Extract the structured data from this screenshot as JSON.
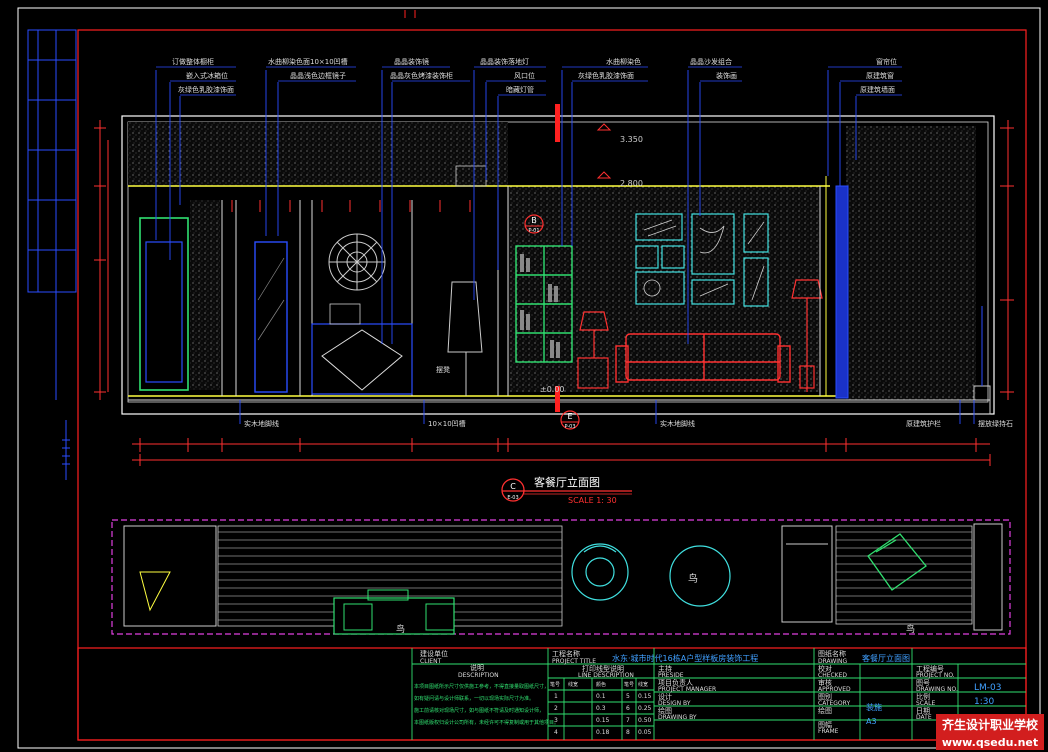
{
  "drawing": {
    "title": "客餐厅立面图",
    "tag_letter": "C",
    "tag_sheet": "E-03",
    "scale": "SCALE 1: 30",
    "level_top": "3.350",
    "level_mid": "2.800",
    "level_floor": "±0.00",
    "tag_b": "B",
    "tag_b_sheet": "P-01",
    "tag_e": "E",
    "tag_e_sheet": "P-03"
  },
  "annotations": {
    "top_row1": [
      "订做整体橱柜",
      "水曲柳染色面10×10凹槽",
      "晶晶装饰镜",
      "晶晶装饰落地灯",
      "水曲柳染色",
      "晶晶沙发组合",
      "窗帘位"
    ],
    "top_row2": [
      "嵌入式冰箱位",
      "晶晶浅色边框镜子",
      "晶晶灰色烤漆装饰柜",
      "风口位",
      "灰绿色乳胶漆饰面",
      "装饰画",
      "原建筑窗"
    ],
    "top_row3": [
      "灰绿色乳胶漆饰面",
      "暗藏灯管",
      "原建筑墙面"
    ],
    "bottom": [
      "实木地脚线",
      "10×10凹槽",
      "实木地脚线",
      "原建筑护栏",
      "摆放绿持石"
    ],
    "stool": "摆凳"
  },
  "plan_labels": [
    "鸟",
    "鸟",
    "鸟"
  ],
  "title_block": {
    "client_cn": "建设单位",
    "client_en": "CLIENT",
    "notes_cn": "说明",
    "notes_en": "DESCRIPTION",
    "project_cn": "工程名称",
    "project_en": "PROJECT TITLE",
    "project_value": "水东·城市时代16栋A户型样板房装饰工程",
    "lines_cn": "打印线型说明",
    "lines_en": "LINE DESCRIPTION",
    "drawing_cn": "图纸名称",
    "drawing_en": "DRAWING",
    "drawing_value": "客餐厅立面图",
    "project_no_cn": "工程编号",
    "project_no_en": "PROJECT NO.",
    "check_cn": "校对",
    "check_en": "CHECKED",
    "approve_cn": "审核",
    "approve_en": "APPROVED",
    "drawno_cn": "图号",
    "drawno_en": "DRAWING NO.",
    "drawno_value": "LM-03",
    "category_cn": "图别",
    "category_en": "CATEGORY",
    "category_value": "装施",
    "scale_cn": "比例",
    "scale_en": "SCALE",
    "scale_value": "1:30",
    "frame_cn": "图幅",
    "frame_en": "FRAME",
    "frame_value": "A3",
    "date_cn": "日期",
    "date_en": "DATE",
    "pres_cn": "主持",
    "pres_en": "PRESIDE",
    "pm_cn": "项目负责人",
    "pm_en": "PROJECT MANAGER",
    "design_cn": "设计",
    "design_en": "DESIGN BY",
    "draw_cn": "绘图",
    "draw_en": "DRAWING BY",
    "note_text": [
      "本项目图纸所示尺寸仅供施工参考，不得直接量取图纸尺寸，",
      "如有疑问请与设计师联系，一切以现场实际尺寸为准。",
      "施工前请核对现场尺寸，如与图纸不符请及时通知设计师，",
      "本图纸版权归设计公司所有，未经许可不得复制或用于其他项目。"
    ],
    "pen_headers": [
      "笔号",
      "线宽",
      "颜色",
      "笔号",
      "线宽"
    ],
    "pen_rows": [
      [
        "1",
        "0.1",
        "5",
        "0.15"
      ],
      [
        "2",
        "0.3",
        "6",
        "0.25"
      ],
      [
        "3",
        "0.15",
        "7",
        "0.50"
      ],
      [
        "4",
        "0.18",
        "8",
        "0.05"
      ]
    ]
  },
  "watermark": {
    "line1": "齐生设计职业学校",
    "line2": "www.qsedu.net"
  },
  "colors": {
    "bg": "#000000",
    "frame": "#ff2020",
    "lines": "#ffffff",
    "dim": "#ff3030",
    "anno": "#2a4dff",
    "yellow": "#ffff40",
    "green": "#30e070",
    "cyan": "#40e0e0",
    "magenta": "#e040e0"
  }
}
